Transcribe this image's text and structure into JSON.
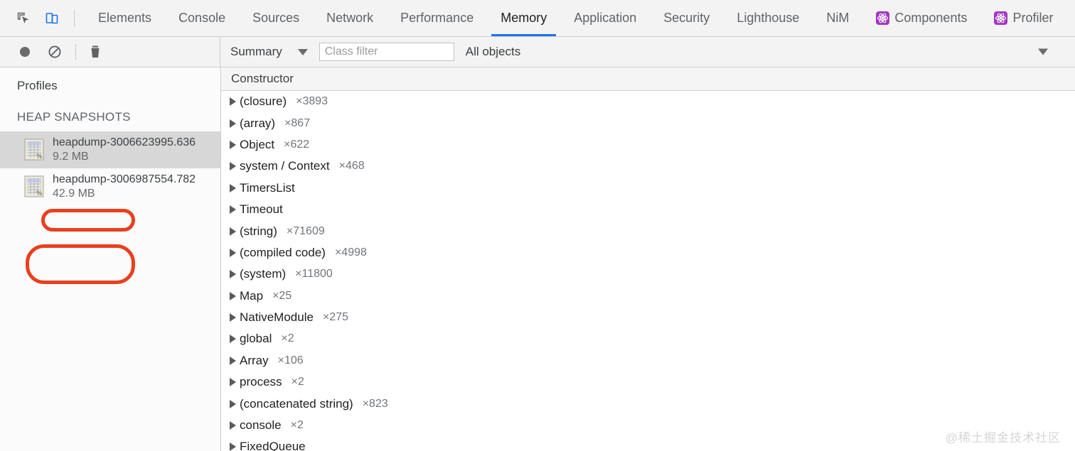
{
  "tabbar": {
    "inspect_icon": "inspect-cursor-icon",
    "device_icon": "device-toolbar-icon",
    "tabs": [
      {
        "label": "Elements",
        "active": false,
        "icon": null
      },
      {
        "label": "Console",
        "active": false,
        "icon": null
      },
      {
        "label": "Sources",
        "active": false,
        "icon": null
      },
      {
        "label": "Network",
        "active": false,
        "icon": null
      },
      {
        "label": "Performance",
        "active": false,
        "icon": null
      },
      {
        "label": "Memory",
        "active": true,
        "icon": null
      },
      {
        "label": "Application",
        "active": false,
        "icon": null
      },
      {
        "label": "Security",
        "active": false,
        "icon": null
      },
      {
        "label": "Lighthouse",
        "active": false,
        "icon": null
      },
      {
        "label": "NiM",
        "active": false,
        "icon": null
      },
      {
        "label": "Components",
        "active": false,
        "icon": "react-atom-icon"
      },
      {
        "label": "Profiler",
        "active": false,
        "icon": "react-atom-icon"
      }
    ]
  },
  "toolbar": {
    "record_icon": "record-circle-icon",
    "clear_icon": "no-entry-icon",
    "delete_icon": "trash-icon",
    "view_select": "Summary",
    "class_filter_placeholder": "Class filter",
    "class_filter_value": "",
    "objects_filter": "All objects",
    "overflow_icon": "chevron-down-icon"
  },
  "sidebar": {
    "title": "Profiles",
    "section_label": "HEAP SNAPSHOTS",
    "snapshots": [
      {
        "name": "heapdump-3006623995.636",
        "size": "9.2 MB",
        "selected": true,
        "icon": "heap-snapshot-icon"
      },
      {
        "name": "heapdump-3006987554.782",
        "size": "42.9 MB",
        "selected": false,
        "icon": "heap-snapshot-icon"
      }
    ]
  },
  "annotations": {
    "color": "#e8401f",
    "boxes": [
      {
        "target": "9.2 MB"
      },
      {
        "target": "42.9 MB"
      }
    ]
  },
  "main": {
    "column_header": "Constructor",
    "rows": [
      {
        "name": "(closure)",
        "count": "×3893"
      },
      {
        "name": "(array)",
        "count": "×867"
      },
      {
        "name": "Object",
        "count": "×622"
      },
      {
        "name": "system / Context",
        "count": "×468"
      },
      {
        "name": "TimersList",
        "count": ""
      },
      {
        "name": "Timeout",
        "count": ""
      },
      {
        "name": "(string)",
        "count": "×71609"
      },
      {
        "name": "(compiled code)",
        "count": "×4998"
      },
      {
        "name": "(system)",
        "count": "×11800"
      },
      {
        "name": "Map",
        "count": "×25"
      },
      {
        "name": "NativeModule",
        "count": "×275"
      },
      {
        "name": "global",
        "count": "×2"
      },
      {
        "name": "Array",
        "count": "×106"
      },
      {
        "name": "process",
        "count": "×2"
      },
      {
        "name": "(concatenated string)",
        "count": "×823"
      },
      {
        "name": "console",
        "count": "×2"
      },
      {
        "name": "FixedQueue",
        "count": ""
      }
    ]
  },
  "watermark": "@稀土掘金技术社区"
}
